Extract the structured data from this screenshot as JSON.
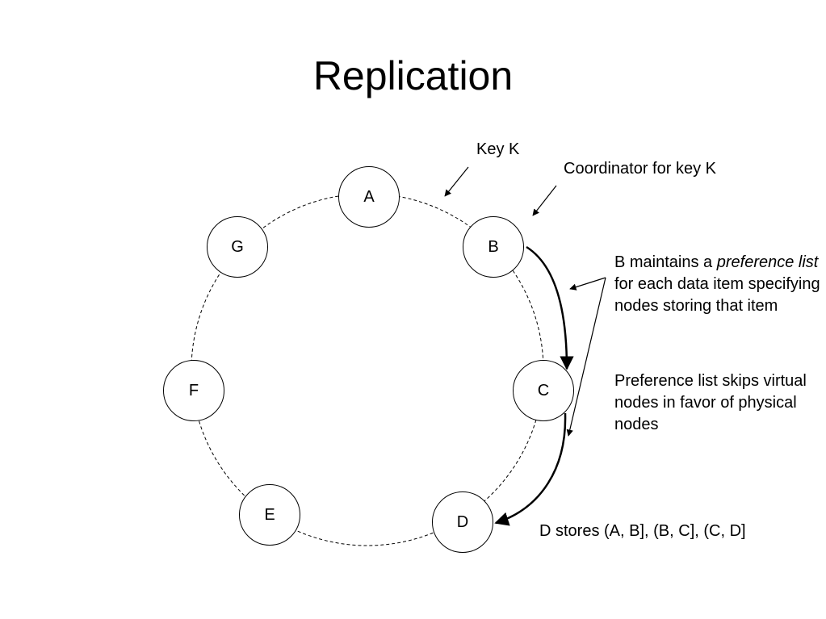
{
  "title": "Replication",
  "nodes": [
    "A",
    "B",
    "C",
    "D",
    "E",
    "F",
    "G"
  ],
  "labels": {
    "key": "Key K",
    "coordinator": "Coordinator for key K",
    "preference_pre": "B maintains a ",
    "preference_italic": "preference list",
    "preference_post": " for each data item specifying nodes storing that item",
    "skips": "Preference list skips virtual nodes in favor of physical nodes",
    "stores": "D stores (A, B], (B, C], (C, D]"
  }
}
